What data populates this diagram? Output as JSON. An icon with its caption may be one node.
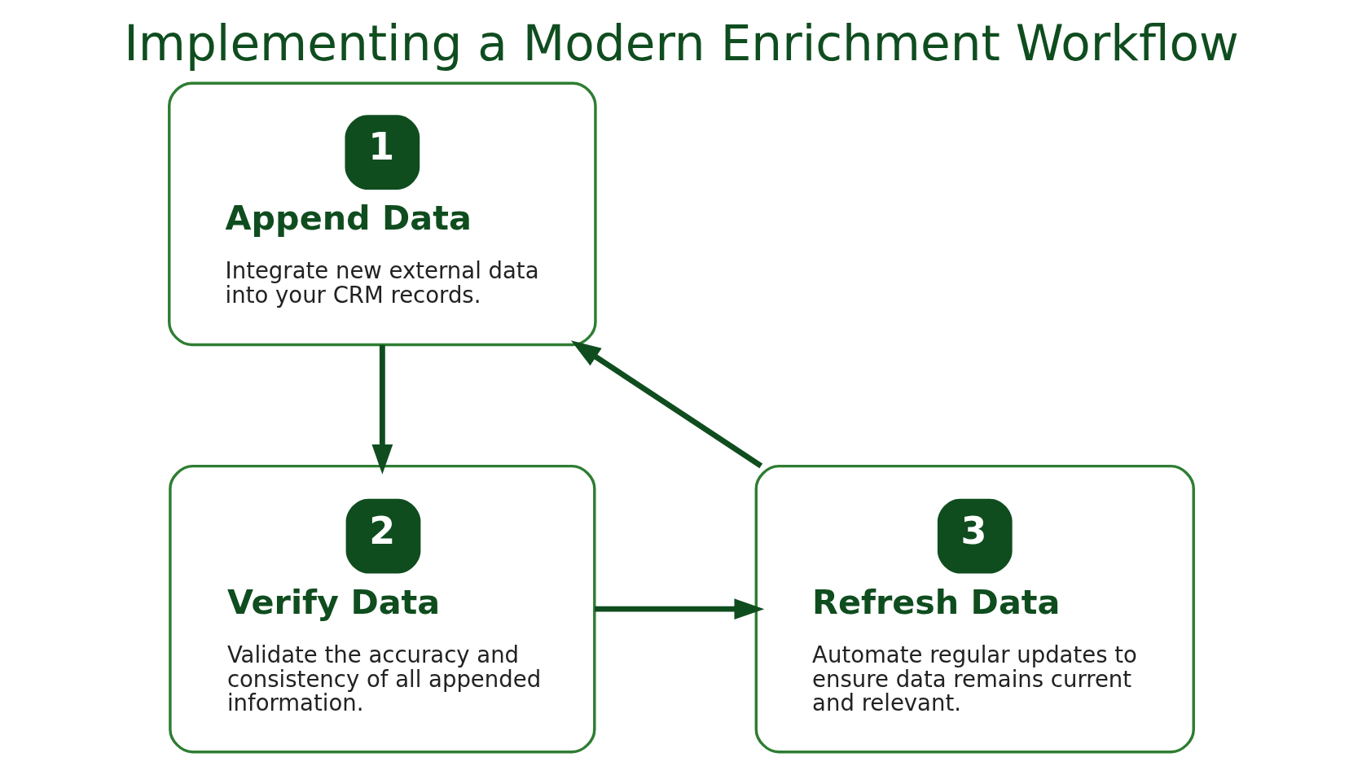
{
  "diagram": {
    "title": "Implementing a Modern Enrichment Workflow",
    "nodes": [
      {
        "text": [
          "1",
          "Append Data",
          "Integrate new external data into your CRM records."
        ]
      },
      {
        "text": [
          "2",
          "Verify Data",
          "Validate the accuracy and consistency of all appended information."
        ]
      },
      {
        "text": [
          "3",
          "Refresh Data",
          "Automate regular updates to ensure data remains current and relevant."
        ]
      }
    ],
    "edges": [
      {
        "from": 0,
        "to": 1,
        "arrow": "to"
      },
      {
        "from": 1,
        "to": 2,
        "arrow": "to"
      },
      {
        "from": 2,
        "to": 0,
        "arrow": "to"
      }
    ]
  }
}
